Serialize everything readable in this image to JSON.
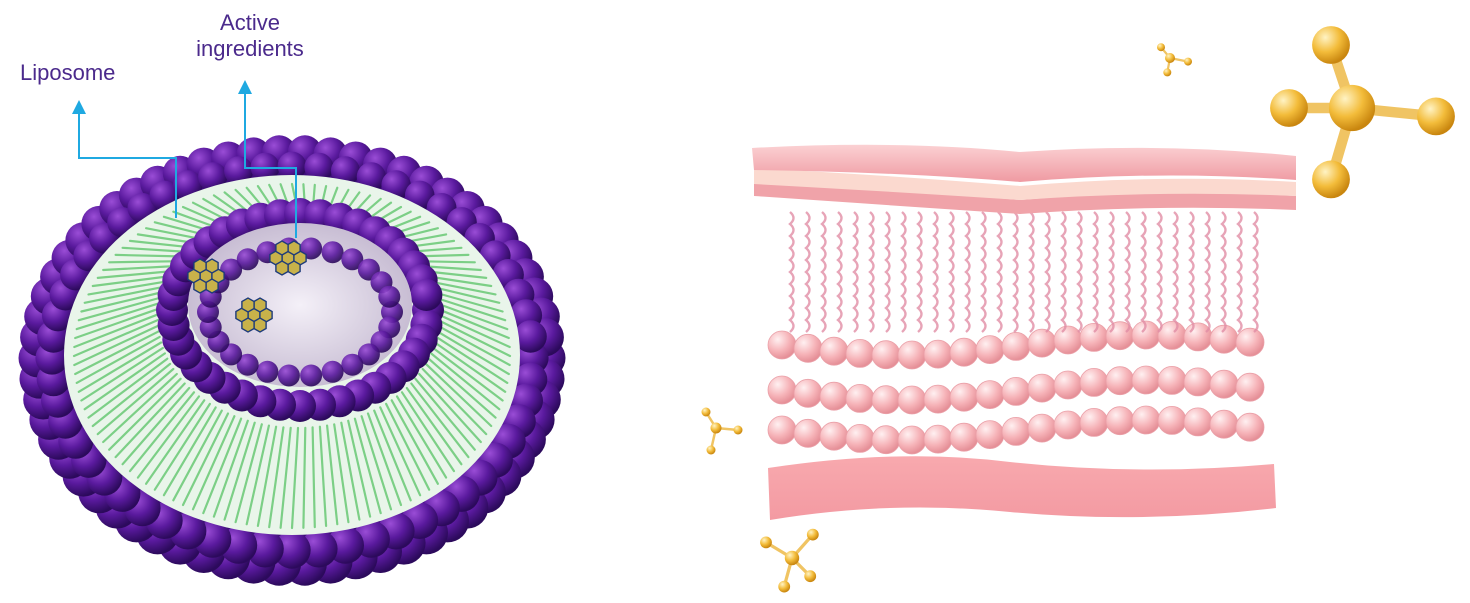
{
  "labels": {
    "liposome": "Liposome",
    "active_line1": "Active",
    "active_line2": "ingredients"
  },
  "colors": {
    "label_text": "#4b2a8c",
    "leader_line": "#1fa9e1",
    "phospholipid_head": "#4a148c",
    "lipid_tail": "#8fd694",
    "active_cluster": "#c8b24a",
    "skin_layer": "#f4a6ac",
    "skin_sphere": "#f7b7bb",
    "molecule": "#f2b52e"
  },
  "icons": [
    "liposome-illustration",
    "skin-lipid-bilayer-illustration",
    "molecule-icon"
  ]
}
